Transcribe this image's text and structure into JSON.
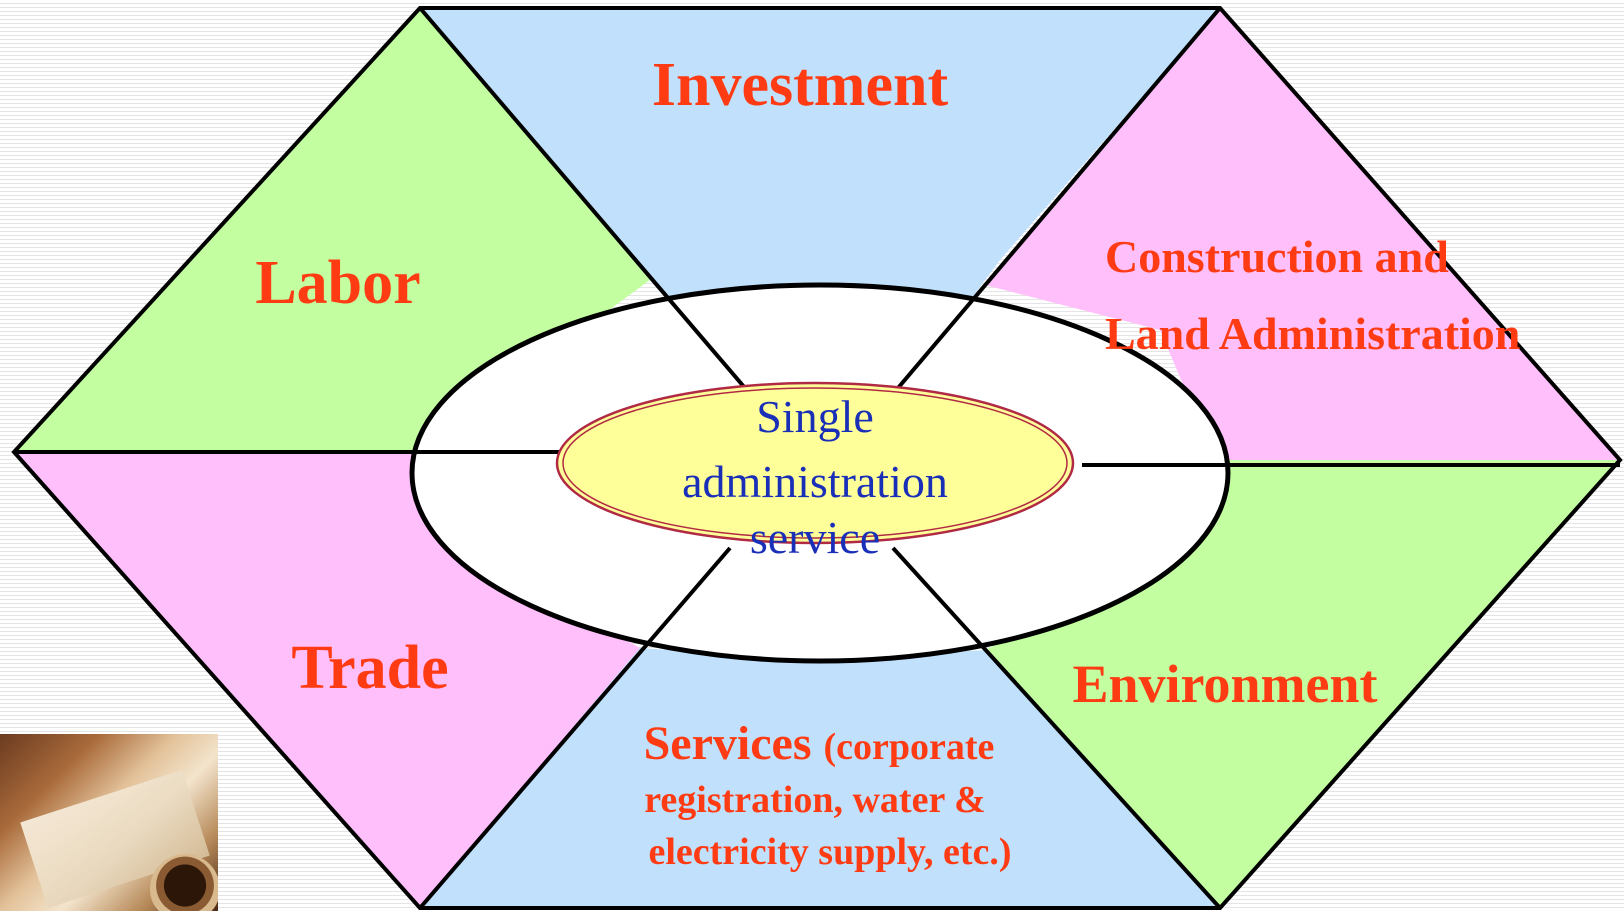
{
  "diagram": {
    "center": {
      "lines": [
        "Single",
        "administration",
        "service"
      ]
    },
    "sectors": {
      "investment": "Investment",
      "labor": "Labor",
      "construction_line1": "Construction and",
      "construction_line2": "Land Administration",
      "trade": "Trade",
      "environment": "Environment",
      "services_bold": "Services",
      "services_paren": "(corporate",
      "services_line2": "registration, water &",
      "services_line3": "electricity supply, etc.)"
    }
  },
  "colors": {
    "green": "#c3ffa0",
    "blue": "#c0e0fb",
    "pink": "#ffbffb",
    "center_fill": "#ffff99",
    "label_red": "#ff3b14",
    "label_blue": "#1a2fb8"
  }
}
